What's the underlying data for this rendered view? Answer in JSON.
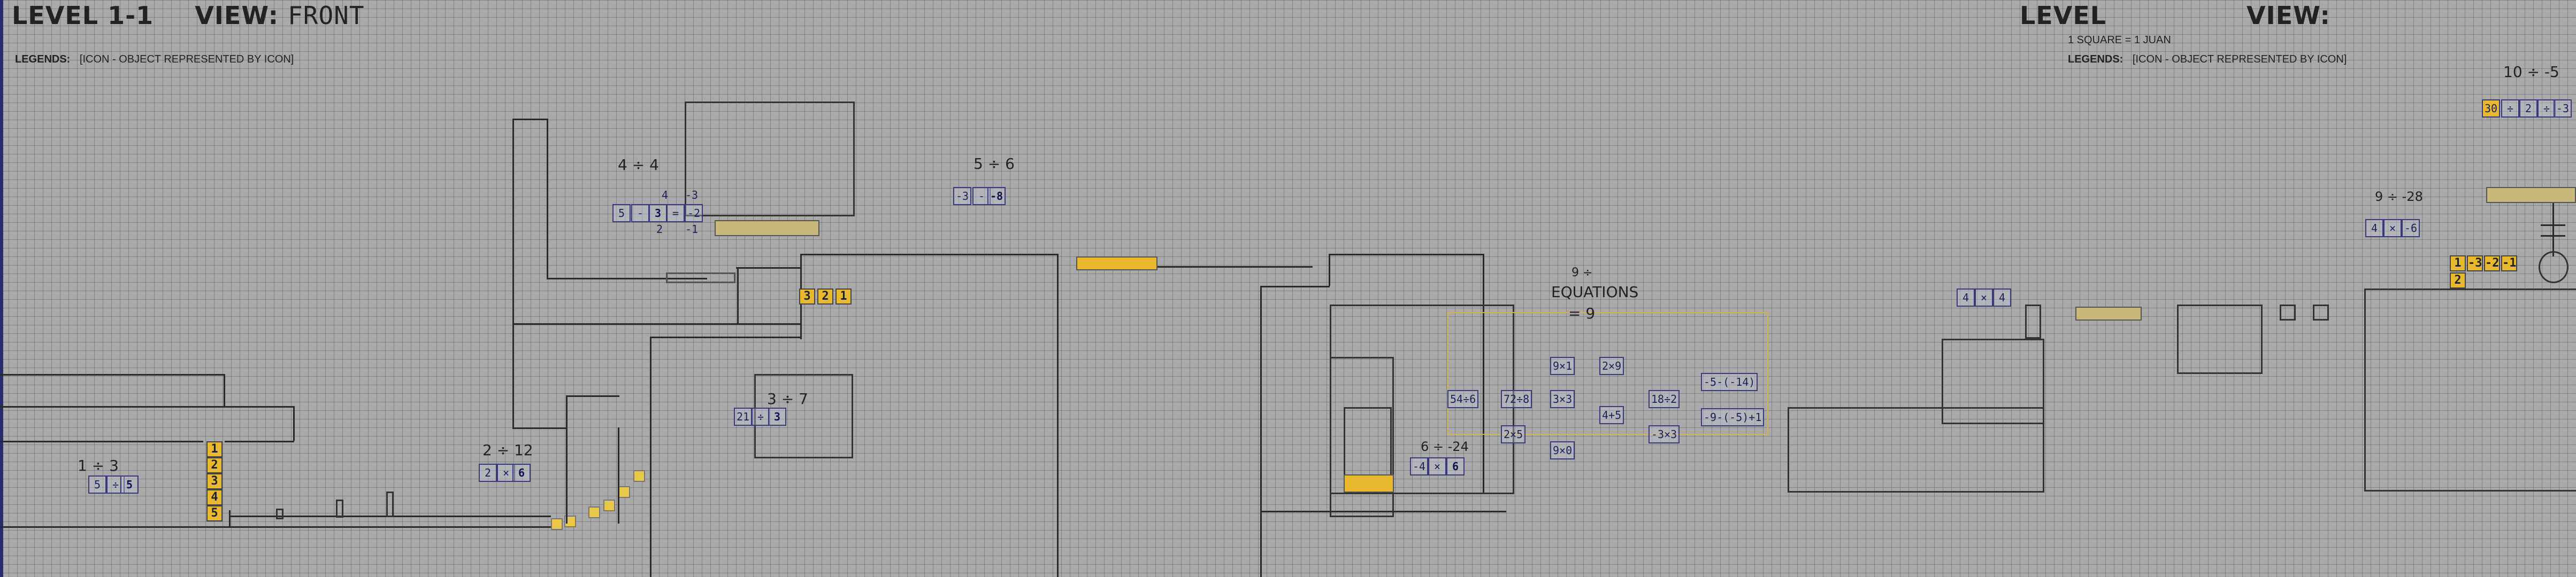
{
  "header": {
    "title_left": "LEVEL 1-1",
    "view_left": "VIEW:",
    "view_left_value": "FRONT",
    "title_right": "LEVEL",
    "view_right": "VIEW:",
    "scale_note": "1 SQUARE = 1 JUAN",
    "legends_label": "LEGENDS:",
    "legends_text": "[ICON - OBJECT REPRESENTED BY ICON]"
  },
  "annotations": {
    "a1": "1 ÷ 3",
    "a2": "2 ÷ 12",
    "a3": "4 ÷ 4",
    "a4": "5 ÷ 6",
    "a5": "3 ÷ 7",
    "a6": "6 ÷ -24",
    "a7": "9 ÷",
    "a8": "EQUATIONS",
    "a9": "= 9",
    "a10": "10 ÷ -5",
    "a11": "9 ÷ -28"
  },
  "tiles": {
    "t_5": "5",
    "t_div": "÷",
    "t_5b": "5",
    "t_2": "2",
    "t_x": "×",
    "t_6": "6",
    "t_5c": "5",
    "t_minus": "-",
    "t_3": "3",
    "t_eq": "=",
    "t_neg2": "-2",
    "t_4": "4",
    "t_neg3": "-3",
    "t_2b": "2",
    "t_neg1": "-1",
    "t_neg3b": "-3",
    "t_minus2": "-",
    "t_neg8": "-8",
    "t_21": "21",
    "t_div2": "÷",
    "t_3b": "3",
    "t_neg4": "-4",
    "t_x2": "×",
    "t_6b": "6",
    "t_4a": "4",
    "t_x3": "×",
    "t_4b": "4",
    "t_30": "30",
    "t_div3": "÷",
    "t_2c": "2",
    "t_div4": "÷",
    "t_neg3c": "-3",
    "t_4c": "4",
    "t_x4": "×",
    "t_neg6": "-6"
  },
  "equations": {
    "e1": "9×1",
    "e2": "2×9",
    "e3": "54÷6",
    "e4": "72÷8",
    "e5": "3×3",
    "e6": "4+5",
    "e7": "18÷2",
    "e8": "2×5",
    "e9": "9×0",
    "e10": "-3×3",
    "e11": "-5-(-14)",
    "e12": "-9-(-5)+1"
  },
  "column_numbers": [
    "1",
    "2",
    "3",
    "4",
    "5"
  ],
  "row_numbers": [
    "3",
    "2",
    "1"
  ],
  "right_row": [
    "1",
    "-3",
    "-2",
    "-1"
  ],
  "right_under": "2"
}
